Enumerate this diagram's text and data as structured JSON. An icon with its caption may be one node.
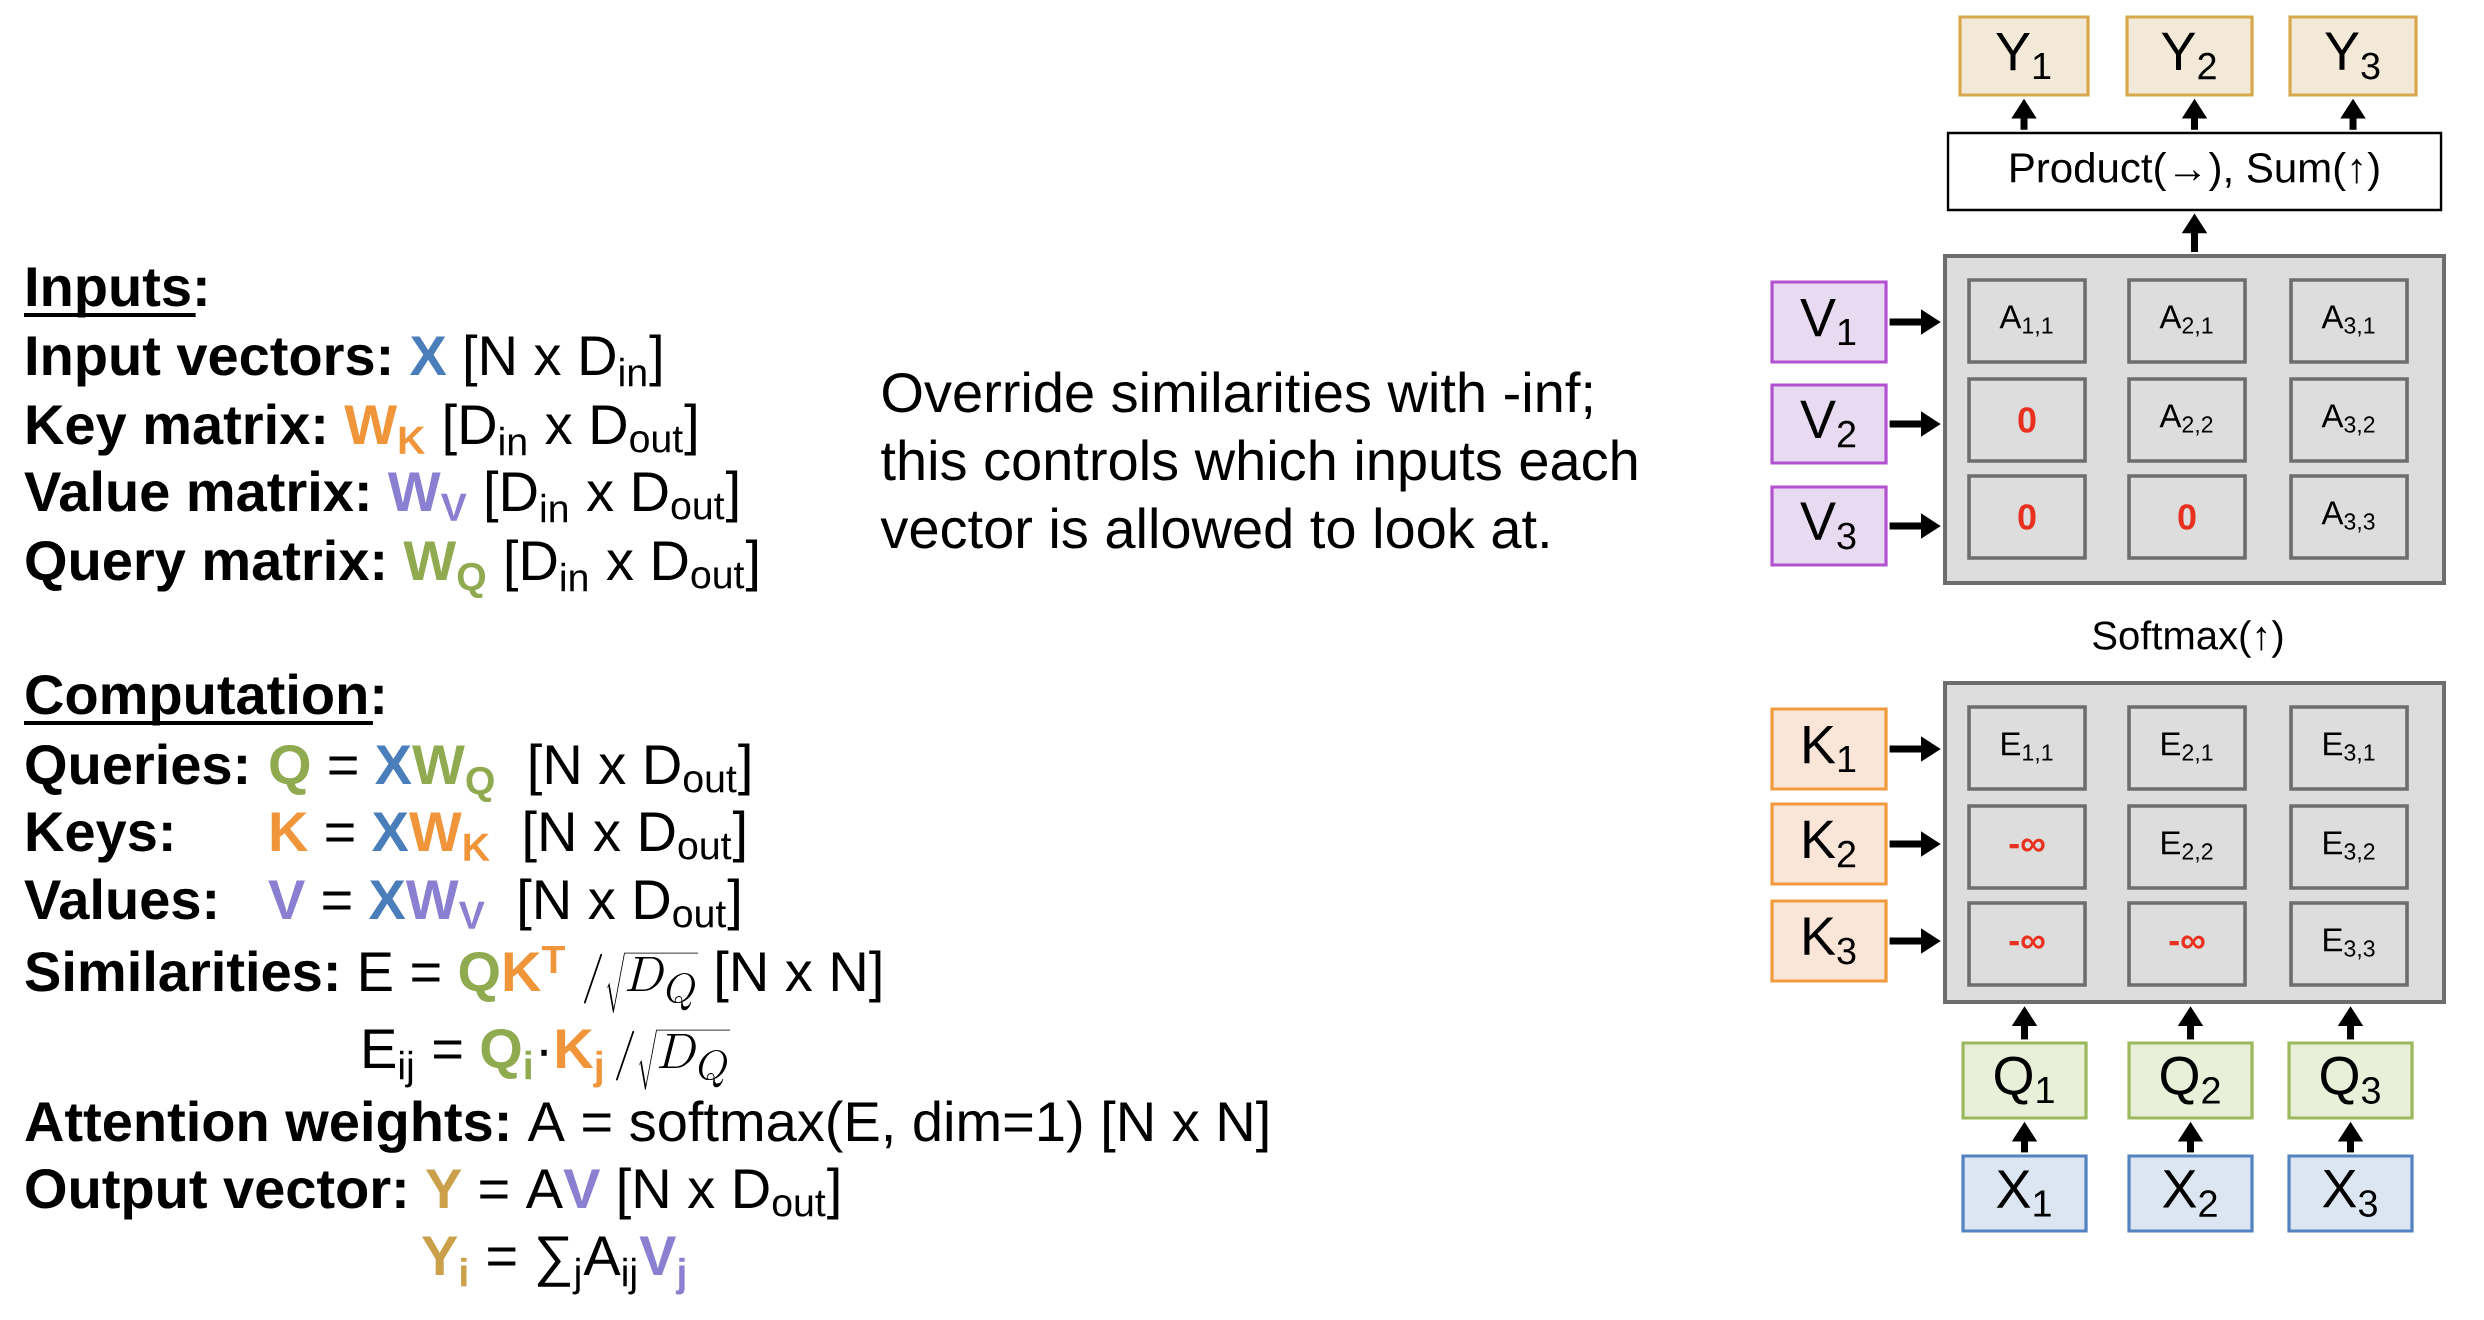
{
  "diagram": {
    "nodes": [
      {
        "text": [
          "Y$_{1}$"
        ]
      },
      {
        "text": [
          "Y$_{2}$"
        ]
      },
      {
        "text": [
          "Y$_{3}$"
        ]
      },
      {
        "text": [
          "Product(→), Sum(↑)"
        ]
      },
      {
        "text": [
          "V$_{1}$"
        ]
      },
      {
        "text": [
          "V$_{2}$"
        ]
      },
      {
        "text": [
          "V$_{3}$"
        ]
      },
      {
        "text": [],
        "shape": "box"
      },
      {
        "text": [
          "A$_{1,1}$"
        ],
        "in": 7
      },
      {
        "text": [
          "A$_{2,1}$"
        ],
        "in": 7
      },
      {
        "text": [
          "A$_{3,1}$"
        ],
        "in": 7
      },
      {
        "text": [
          "0"
        ],
        "in": 7
      },
      {
        "text": [
          "A$_{2,2}$"
        ],
        "in": 7
      },
      {
        "text": [
          "A$_{3,2}$"
        ],
        "in": 7
      },
      {
        "text": [
          "0"
        ],
        "in": 7
      },
      {
        "text": [
          "0"
        ],
        "in": 7
      },
      {
        "text": [
          "A$_{3,3}$"
        ],
        "in": 7
      },
      {
        "text": [
          "K$_{1}$"
        ]
      },
      {
        "text": [
          "K$_{2}$"
        ]
      },
      {
        "text": [
          "K$_{3}$"
        ]
      },
      {
        "text": [],
        "shape": "box"
      },
      {
        "text": [
          "E$_{1,1}$"
        ],
        "in": 20
      },
      {
        "text": [
          "E$_{2,1}$"
        ],
        "in": 20
      },
      {
        "text": [
          "E$_{3,1}$"
        ],
        "in": 20
      },
      {
        "text": [
          "-∞"
        ],
        "in": 20
      },
      {
        "text": [
          "E$_{2,2}$"
        ],
        "in": 20
      },
      {
        "text": [
          "E$_{3,2}$"
        ],
        "in": 20
      },
      {
        "text": [
          "-∞"
        ],
        "in": 20
      },
      {
        "text": [
          "-∞"
        ],
        "in": 20
      },
      {
        "text": [
          "E$_{3,3}$"
        ],
        "in": 20
      },
      {
        "text": [
          "Q$_{1}$"
        ]
      },
      {
        "text": [
          "Q$_{2}$"
        ]
      },
      {
        "text": [
          "Q$_{3}$"
        ]
      },
      {
        "text": [
          "X$_{1}$"
        ]
      },
      {
        "text": [
          "X$_{2}$"
        ]
      },
      {
        "text": [
          "X$_{3}$"
        ]
      }
    ],
    "edges": [
      {
        "from": 3,
        "to": 0,
        "arrow": "to"
      },
      {
        "from": 3,
        "to": 1,
        "arrow": "to"
      },
      {
        "from": 3,
        "to": 2,
        "arrow": "to"
      },
      {
        "from": 7,
        "to": 3,
        "arrow": "to"
      },
      {
        "from": 4,
        "to": 7,
        "arrow": "to"
      },
      {
        "from": 5,
        "to": 7,
        "arrow": "to"
      },
      {
        "from": 6,
        "to": 7,
        "arrow": "to"
      },
      {
        "from": 17,
        "to": 20,
        "arrow": "to"
      },
      {
        "from": 18,
        "to": 20,
        "arrow": "to"
      },
      {
        "from": 19,
        "to": 20,
        "arrow": "to"
      },
      {
        "from": 30,
        "to": 20,
        "arrow": "to"
      },
      {
        "from": 31,
        "to": 20,
        "arrow": "to"
      },
      {
        "from": 32,
        "to": 20,
        "arrow": "to"
      },
      {
        "from": 33,
        "to": 30,
        "arrow": "to"
      },
      {
        "from": 34,
        "to": 31,
        "arrow": "to"
      },
      {
        "from": 35,
        "to": 32,
        "arrow": "to"
      }
    ],
    "labels": [
      "Inputs:",
      "Input vectors:",
      "X",
      "[N x D$_{in}$]",
      "Key matrix:",
      "W$_{K}$",
      "[D$_{in}$ x D$_{out}$]",
      "Value matrix:",
      "W$_{V}$",
      "[D$_{in}$ x D$_{out}$]",
      "Query matrix:",
      "W$_{Q}$",
      "[D$_{in}$ x D$_{out}$]",
      "Computation:",
      "Queries:",
      "Q",
      "=",
      "X",
      "W$_{Q}$",
      "[N x D$_{out}$]",
      "Keys:",
      "K",
      "=",
      "X",
      "W$_{K}$",
      "[N x D$_{out}$]",
      "Values:",
      "V",
      "=",
      "X",
      "W$_{V}$",
      "[N x D$_{out}$]",
      "Similarities:",
      "E =",
      "Q",
      "K$^{T}$",
      "/\\sqrt{D_Q}",
      "[N x N]",
      "E$_{ij}$ =",
      "Q$_{i}$",
      "·",
      "K$_{j}$",
      "/\\sqrt{D_Q}",
      "Attention weights:",
      "A = softmax(E, dim=1) [N x N]",
      "Output vector:",
      "Y",
      "= A",
      "V",
      "[N x D$_{out}$]",
      "Y$_{i}$",
      "= ∑$_{j}$A$_{ij}$",
      "V$_{j}$",
      "Override similarities with -inf; this controls which inputs each vector is allowed to look at.",
      "Softmax(↑)"
    ]
  }
}
